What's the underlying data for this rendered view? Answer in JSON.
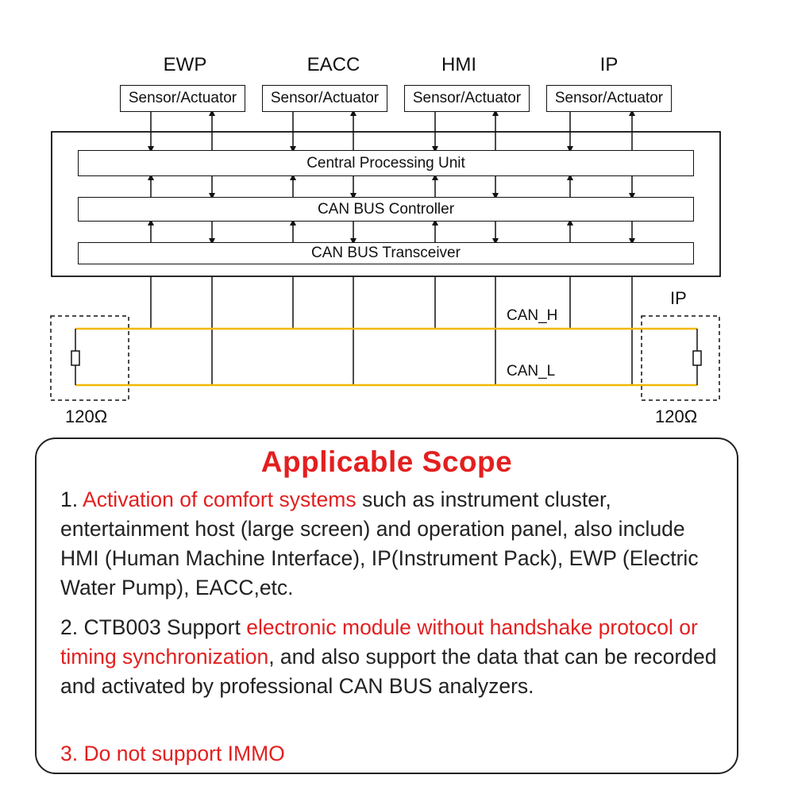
{
  "modules": [
    {
      "name": "EWP",
      "box": "Sensor/Actuator"
    },
    {
      "name": "EACC",
      "box": "Sensor/Actuator"
    },
    {
      "name": "HMI",
      "box": "Sensor/Actuator"
    },
    {
      "name": "IP",
      "box": "Sensor/Actuator"
    }
  ],
  "layers": {
    "cpu": "Central Processing Unit",
    "controller": "CAN BUS Controller",
    "transceiver": "CAN BUS Transceiver"
  },
  "bus": {
    "can_h": "CAN_H",
    "can_l": "CAN_L",
    "right_node_label": "IP",
    "left_resistor": "120Ω",
    "right_resistor": "120Ω",
    "line_color": "#f2b705"
  },
  "scope": {
    "title": "Applicable Scope",
    "p1": {
      "prefix": "1. ",
      "highlight": "Activation of comfort systems",
      "rest": " such as instrument cluster, entertainment host (large screen) and operation panel, also include HMI (Human Machine Interface), IP(Instrument Pack), EWP (Electric Water Pump), EACC,etc."
    },
    "p2": {
      "prefix": "2. CTB003 Support ",
      "highlight": "electronic module without handshake protocol or timing synchronization",
      "rest": ", and also support the data that can be recorded and activated by professional CAN BUS analyzers."
    },
    "p3": "3. Do not support IMMO"
  },
  "colors": {
    "accent_red": "#e31f1f",
    "bus_yellow": "#f2b705"
  }
}
